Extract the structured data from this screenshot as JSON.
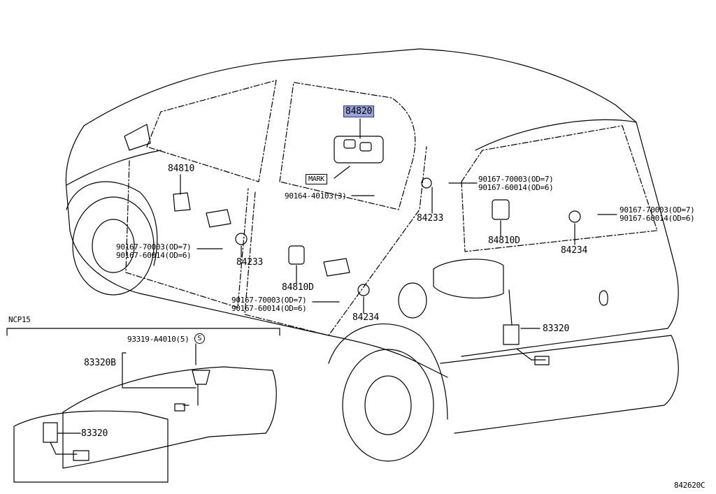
{
  "diagram_id": "842620C",
  "inset_title": "NCP15",
  "mark_label": "MARK",
  "parts": {
    "p84820": "84820",
    "p84810": "84810",
    "p84810d_a": "84810D",
    "p84810d_b": "84810D",
    "p84233_front": "84233",
    "p84233_rear": "84233",
    "p84234_door": "84234",
    "p84234_back": "84234",
    "p83320_car": "83320",
    "p83320b": "83320B",
    "p83320_inset": "83320"
  },
  "fasteners": {
    "screw_mark": "90164-40103(3)",
    "rear_a1": "90167-70003(OD=7)",
    "rear_a2": "90167-60014(OD=6)",
    "back_b1": "90167-70003(OD=7)",
    "back_b2": "90167-60014(OD=6)",
    "front_c1": "90167-70003(OD=7)",
    "front_c2": "90167-60014(OD=6)",
    "door_d1": "90167-70003(OD=7)",
    "door_d2": "90167-60014(OD=6)",
    "inset_bolt": "93319-A4010(5)",
    "inset_symbol": "S"
  },
  "highlight_color": "#9aa3d8"
}
